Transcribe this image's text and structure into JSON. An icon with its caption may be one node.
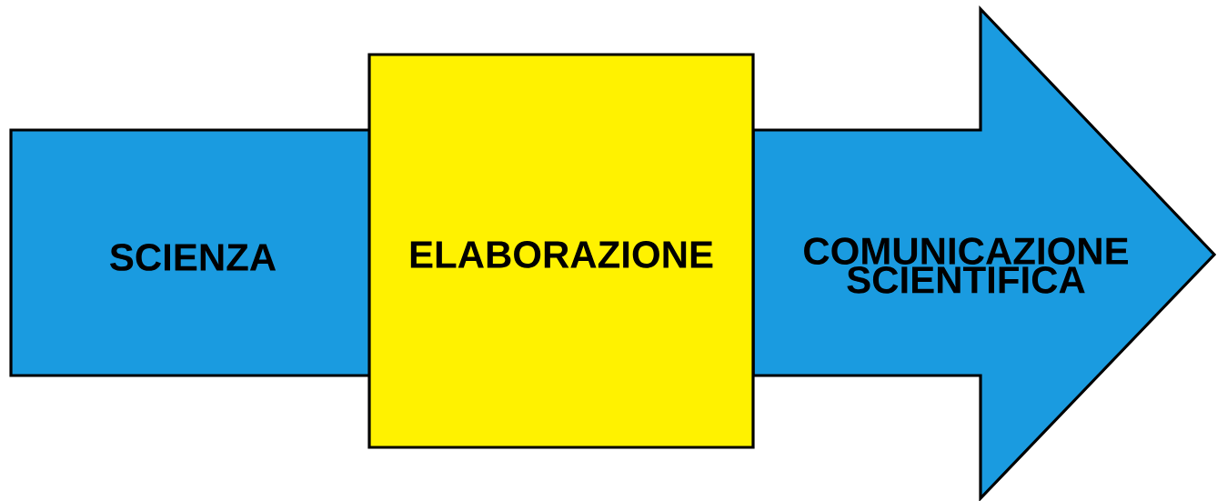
{
  "diagram": {
    "nodes": [
      {
        "text": [
          "SCIENZA"
        ]
      },
      {
        "text": [
          "ELABORAZIONE"
        ]
      },
      {
        "text": [
          "COMUNICAZIONE SCIENTIFICA"
        ]
      }
    ]
  }
}
